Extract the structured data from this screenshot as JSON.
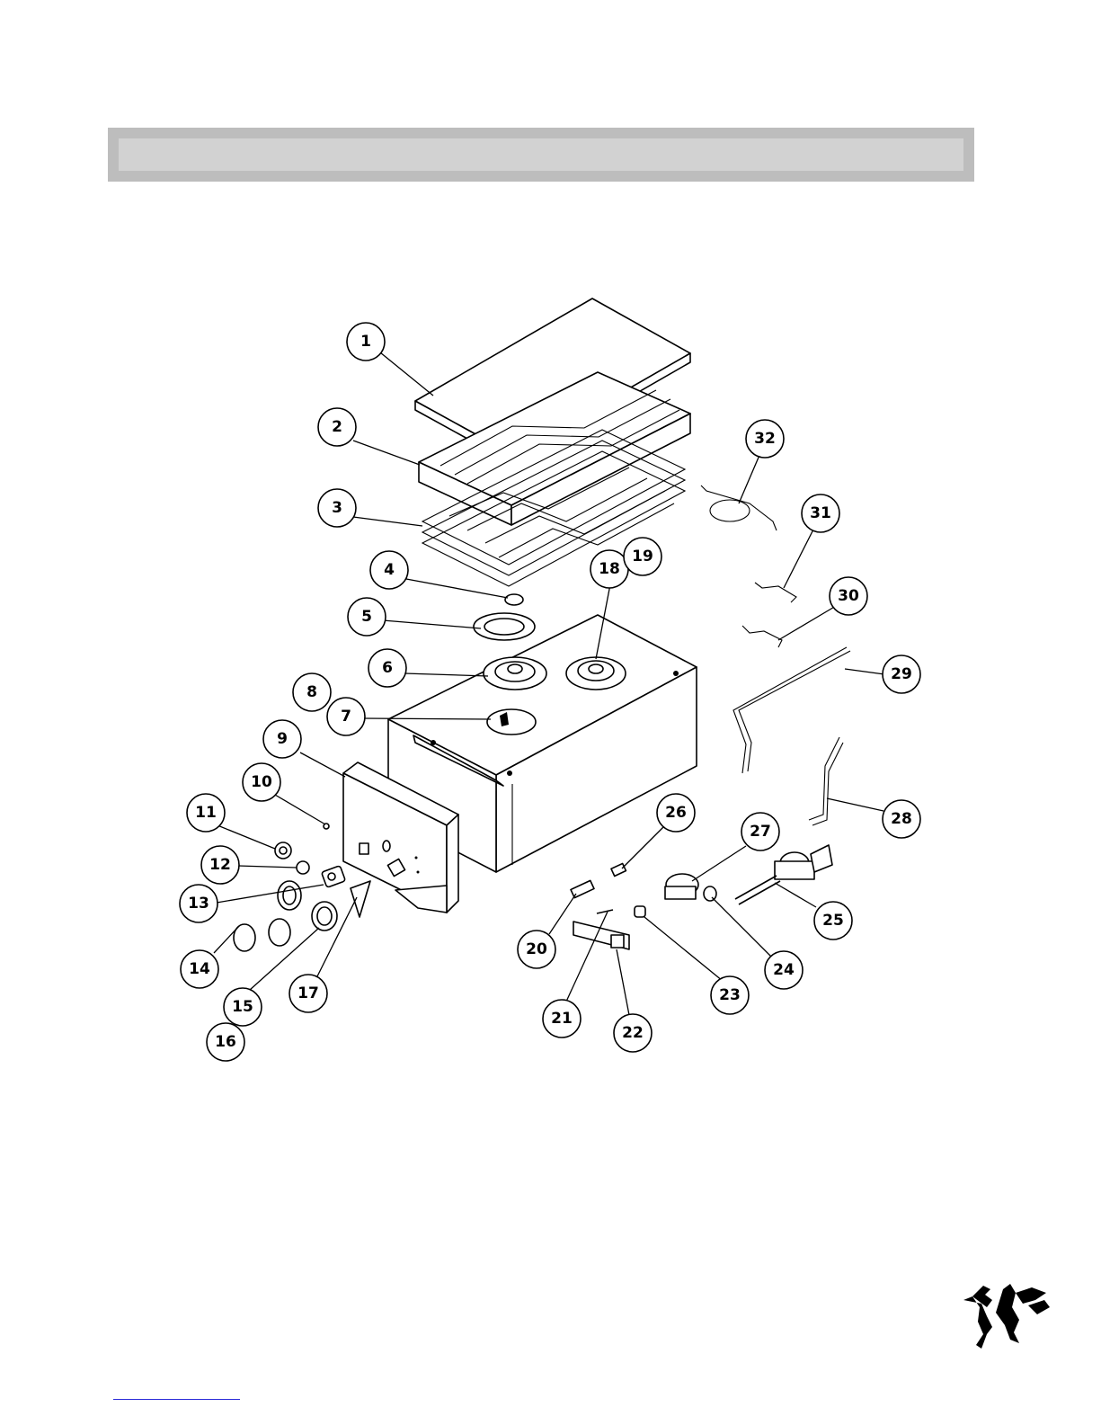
{
  "document": {
    "header_banner_text": "",
    "callouts": [
      {
        "label": "1"
      },
      {
        "label": "2"
      },
      {
        "label": "3"
      },
      {
        "label": "4"
      },
      {
        "label": "5"
      },
      {
        "label": "6"
      },
      {
        "label": "7"
      },
      {
        "label": "8"
      },
      {
        "label": "9"
      },
      {
        "label": "10"
      },
      {
        "label": "11"
      },
      {
        "label": "12"
      },
      {
        "label": "13"
      },
      {
        "label": "14"
      },
      {
        "label": "15"
      },
      {
        "label": "16"
      },
      {
        "label": "17"
      },
      {
        "label": "18"
      },
      {
        "label": "19"
      },
      {
        "label": "20"
      },
      {
        "label": "21"
      },
      {
        "label": "22"
      },
      {
        "label": "23"
      },
      {
        "label": "24"
      },
      {
        "label": "25"
      },
      {
        "label": "26"
      },
      {
        "label": "27"
      },
      {
        "label": "28"
      },
      {
        "label": "29"
      },
      {
        "label": "30"
      },
      {
        "label": "31"
      },
      {
        "label": "32"
      }
    ]
  },
  "colors": {
    "banner_outer": "#bdbdbd",
    "banner_inner": "#d2d2d2",
    "line": "#000000",
    "footer_rule": "#2a2ad8"
  },
  "icons": {
    "logo": "eagle-logo-icon"
  }
}
